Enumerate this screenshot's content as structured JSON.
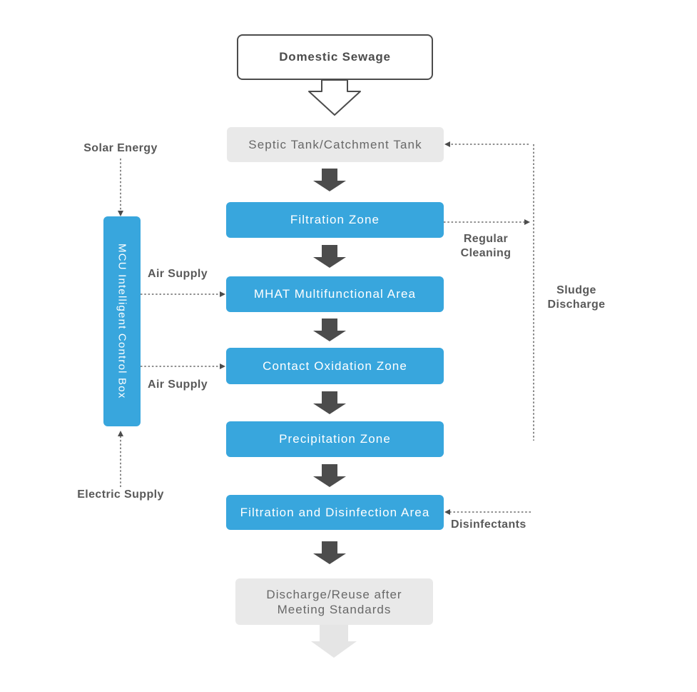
{
  "colors": {
    "blue": "#38a6dd",
    "gray-box": "#e9e9e9",
    "dark": "#4c4c4c",
    "label": "#595959",
    "gray-text": "#686868",
    "light-arrow": "#e5e5e5"
  },
  "nodes": {
    "start": {
      "label": "Domestic Sewage"
    },
    "septic": {
      "label": "Septic Tank/Catchment Tank"
    },
    "filtration": {
      "label": "Filtration Zone"
    },
    "mhat": {
      "label": "MHAT Multifunctional Area"
    },
    "contact": {
      "label": "Contact Oxidation Zone"
    },
    "precipitation": {
      "label": "Precipitation Zone"
    },
    "disinfection": {
      "label": "Filtration and Disinfection Area"
    },
    "discharge": {
      "line1": "Discharge/Reuse after",
      "line2": "Meeting Standards"
    },
    "mcu": {
      "label": "MCU Intelligent Control Box"
    }
  },
  "annotations": {
    "solar": "Solar Energy",
    "electric": "Electric Supply",
    "air_supply_top": "Air Supply",
    "air_supply_bottom": "Air Supply",
    "regular_cleaning": {
      "line1": "Regular",
      "line2": "Cleaning"
    },
    "sludge_discharge": {
      "line1": "Sludge",
      "line2": "Discharge"
    },
    "disinfectants": "Disinfectants"
  }
}
